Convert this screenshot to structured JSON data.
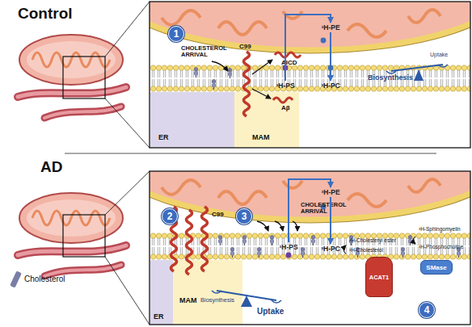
{
  "diagram": {
    "nodes": [
      {
        "text": [
          "Control"
        ]
      },
      {
        "text": [
          "1"
        ],
        "in": 0
      },
      {
        "text": [
          "³H-PS"
        ],
        "in": 0
      },
      {
        "text": [
          "³H-PE"
        ],
        "in": 0
      },
      {
        "text": [
          "³H-PC"
        ],
        "in": 0
      },
      {
        "text": [
          "AD"
        ]
      },
      {
        "text": [
          "2"
        ],
        "in": 5
      },
      {
        "text": [
          "3"
        ],
        "in": 5
      },
      {
        "text": [
          "³H-PS"
        ],
        "in": 5
      },
      {
        "text": [
          "³H-PE"
        ],
        "in": 5
      },
      {
        "text": [
          "³H-PC"
        ],
        "in": 5
      },
      {
        "text": [
          "ACAT1"
        ],
        "in": 5
      },
      {
        "text": [
          "SMase"
        ],
        "in": 5
      },
      {
        "text": [
          "4"
        ],
        "in": 5
      }
    ],
    "edges": [
      {
        "from": 2,
        "to": 3,
        "arrow": "to"
      },
      {
        "from": 3,
        "to": 4,
        "arrow": "to"
      },
      {
        "from": 8,
        "to": 9,
        "arrow": "to"
      },
      {
        "from": 9,
        "to": 10,
        "arrow": "to"
      }
    ],
    "labels": [
      "CHOLESTEROL ARRIVAL",
      "C99",
      "AICD",
      "Aβ",
      "Biosynthesis",
      "Uptake",
      "ER",
      "MAM",
      "C99",
      "CHOLESTEROL ARRIVAL",
      "³H-Cholesteryl ester",
      "³H-Sphingomyelin",
      "³H-Phosphocholine",
      "³H-Cholesterol",
      "Biosynthesis",
      "Uptake",
      "ER",
      "MAM"
    ],
    "legend": [
      {
        "text": "Cholesterol",
        "color": "#7b7fa6"
      }
    ]
  }
}
